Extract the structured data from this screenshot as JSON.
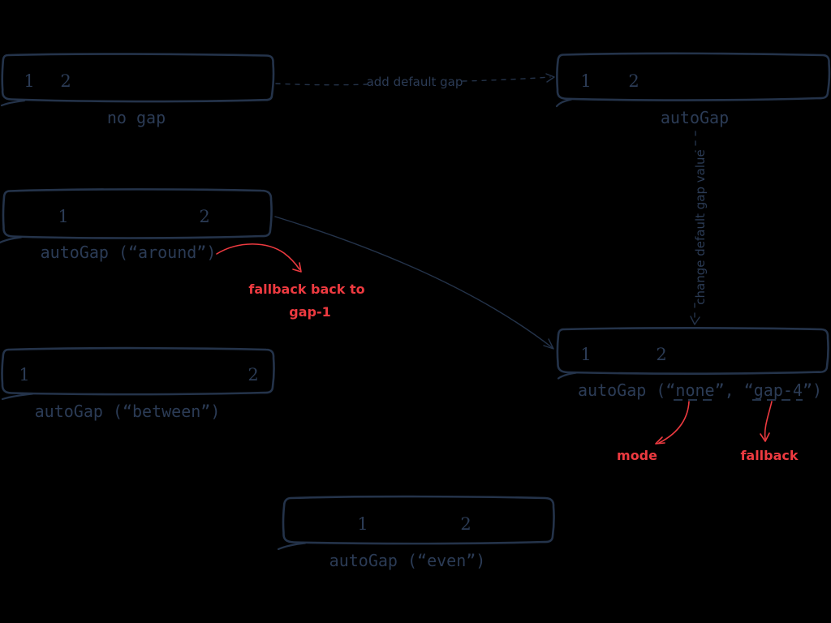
{
  "colors": {
    "background": "#000000",
    "ink": "#24334a",
    "ink_text": "#2b3b55",
    "accent": "#ed3a40"
  },
  "boxes": [
    {
      "name": "no-gap",
      "items": [
        "1",
        "2"
      ],
      "label": "no gap"
    },
    {
      "name": "autogap-default",
      "items": [
        "1",
        "2"
      ],
      "label": "autoGap"
    },
    {
      "name": "autogap-around",
      "items": [
        "1",
        "2"
      ],
      "label": "autoGap (“around”)"
    },
    {
      "name": "autogap-none-gap4",
      "items": [
        "1",
        "2"
      ],
      "label_parts": {
        "prefix": "autoGap (“",
        "mode": "none",
        "mid": "”, “",
        "fallback": "gap-4",
        "suffix": "”)"
      }
    },
    {
      "name": "autogap-between",
      "items": [
        "1",
        "2"
      ],
      "label": "autoGap (“between”)"
    },
    {
      "name": "autogap-even",
      "items": [
        "1",
        "2"
      ],
      "label": "autoGap (“even”)"
    }
  ],
  "connectors": {
    "add_default_gap": "add default gap",
    "change_default_gap": "change default gap value"
  },
  "annotations": {
    "fallback_note_line1": "fallback back to",
    "fallback_note_line2": "gap-1",
    "mode_label": "mode",
    "fallback_label": "fallback"
  }
}
